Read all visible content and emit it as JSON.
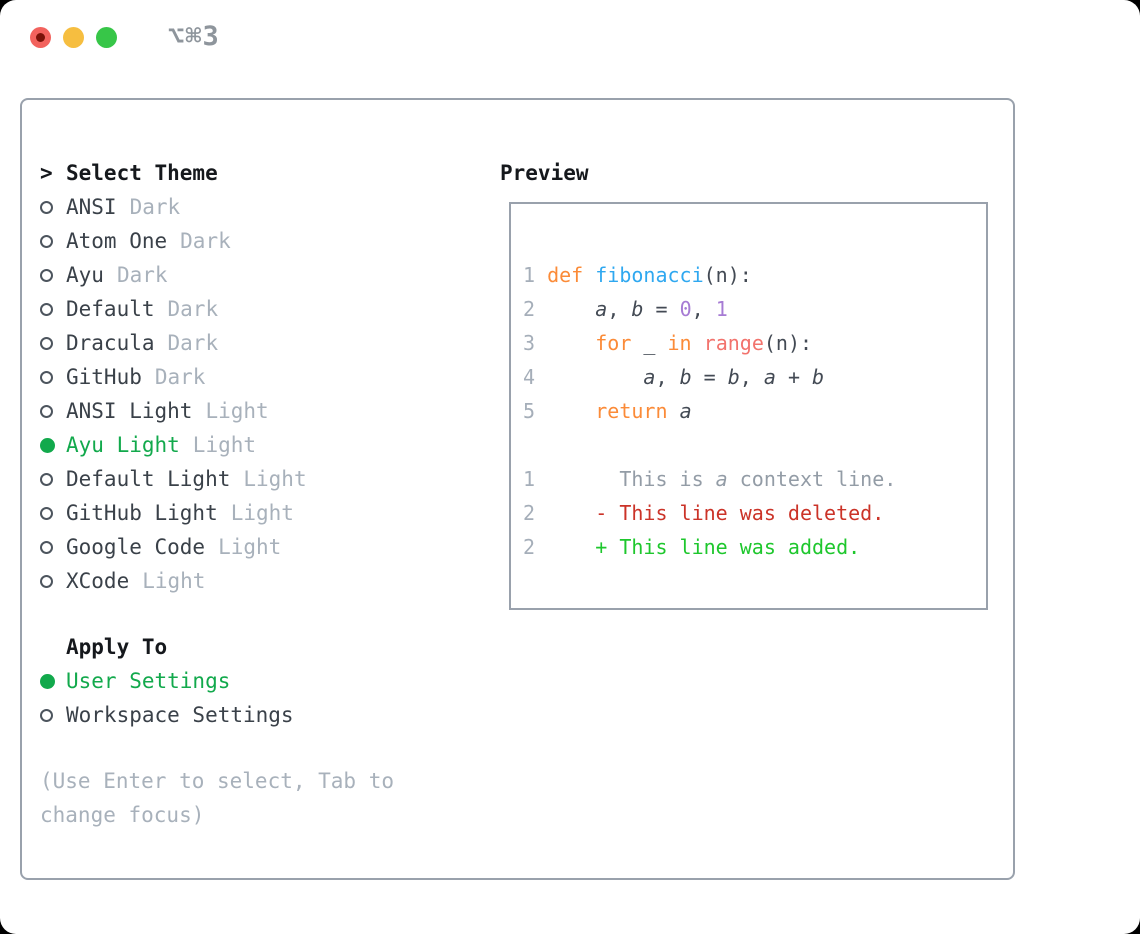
{
  "window": {
    "title": "⌥⌘3",
    "traffic_lights": [
      {
        "name": "close",
        "color": "#f2625d"
      },
      {
        "name": "minimize",
        "color": "#f6be40"
      },
      {
        "name": "zoom",
        "color": "#37c648"
      }
    ]
  },
  "theme_panel": {
    "header_marker": ">",
    "header": "Select Theme",
    "items": [
      {
        "name": "ANSI",
        "variant": "Dark",
        "selected": false
      },
      {
        "name": "Atom One",
        "variant": "Dark",
        "selected": false
      },
      {
        "name": "Ayu",
        "variant": "Dark",
        "selected": false
      },
      {
        "name": "Default",
        "variant": "Dark",
        "selected": false
      },
      {
        "name": "Dracula",
        "variant": "Dark",
        "selected": false
      },
      {
        "name": "GitHub",
        "variant": "Dark",
        "selected": false
      },
      {
        "name": "ANSI Light",
        "variant": "Light",
        "selected": false
      },
      {
        "name": "Ayu Light",
        "variant": "Light",
        "selected": true
      },
      {
        "name": "Default Light",
        "variant": "Light",
        "selected": false
      },
      {
        "name": "GitHub Light",
        "variant": "Light",
        "selected": false
      },
      {
        "name": "Google Code",
        "variant": "Light",
        "selected": false
      },
      {
        "name": "XCode",
        "variant": "Light",
        "selected": false
      }
    ],
    "apply_header": "Apply To",
    "apply_options": [
      {
        "label": "User Settings",
        "selected": true
      },
      {
        "label": "Workspace Settings",
        "selected": false
      }
    ],
    "help_text": "(Use Enter to select, Tab to change focus)"
  },
  "preview": {
    "header": "Preview",
    "lines": [
      {
        "tokens": []
      },
      {
        "tokens": [
          {
            "t": "1 ",
            "c": "ln"
          },
          {
            "t": "def",
            "c": "kw"
          },
          {
            "t": " ",
            "c": "pl"
          },
          {
            "t": "fibonacci",
            "c": "fn"
          },
          {
            "t": "(n):",
            "c": "pl"
          }
        ]
      },
      {
        "tokens": [
          {
            "t": "2 ",
            "c": "ln"
          },
          {
            "t": "    ",
            "c": "pl"
          },
          {
            "t": "a",
            "c": "var"
          },
          {
            "t": ", ",
            "c": "pl"
          },
          {
            "t": "b",
            "c": "var"
          },
          {
            "t": " = ",
            "c": "pl"
          },
          {
            "t": "0",
            "c": "num"
          },
          {
            "t": ", ",
            "c": "pl"
          },
          {
            "t": "1",
            "c": "num"
          }
        ]
      },
      {
        "tokens": [
          {
            "t": "3 ",
            "c": "ln"
          },
          {
            "t": "    ",
            "c": "pl"
          },
          {
            "t": "for",
            "c": "kw"
          },
          {
            "t": " _ ",
            "c": "pl"
          },
          {
            "t": "in",
            "c": "kw"
          },
          {
            "t": " ",
            "c": "pl"
          },
          {
            "t": "range",
            "c": "call"
          },
          {
            "t": "(n):",
            "c": "pl"
          }
        ]
      },
      {
        "tokens": [
          {
            "t": "4 ",
            "c": "ln"
          },
          {
            "t": "        ",
            "c": "pl"
          },
          {
            "t": "a",
            "c": "var"
          },
          {
            "t": ", ",
            "c": "pl"
          },
          {
            "t": "b",
            "c": "var"
          },
          {
            "t": " = ",
            "c": "pl"
          },
          {
            "t": "b",
            "c": "var"
          },
          {
            "t": ", ",
            "c": "pl"
          },
          {
            "t": "a",
            "c": "var"
          },
          {
            "t": " + ",
            "c": "pl"
          },
          {
            "t": "b",
            "c": "var"
          }
        ]
      },
      {
        "tokens": [
          {
            "t": "5 ",
            "c": "ln"
          },
          {
            "t": "    ",
            "c": "pl"
          },
          {
            "t": "return",
            "c": "kw"
          },
          {
            "t": " ",
            "c": "pl"
          },
          {
            "t": "a",
            "c": "var"
          }
        ]
      },
      {
        "tokens": []
      },
      {
        "tokens": [
          {
            "t": "1",
            "c": "ln"
          },
          {
            "t": "       This is ",
            "c": "ctx"
          },
          {
            "t": "a",
            "c": "cvar"
          },
          {
            "t": " context line.",
            "c": "ctx"
          }
        ]
      },
      {
        "tokens": [
          {
            "t": "2",
            "c": "ln"
          },
          {
            "t": "     ",
            "c": "pl"
          },
          {
            "t": "- This line was deleted.",
            "c": "del"
          }
        ]
      },
      {
        "tokens": [
          {
            "t": "2",
            "c": "ln"
          },
          {
            "t": "     ",
            "c": "pl"
          },
          {
            "t": "+ This line was added.",
            "c": "add"
          }
        ]
      }
    ]
  },
  "colors": {
    "window_background": "#ffffff",
    "panel_border": "#99a1ac",
    "header_ink": "#15181c",
    "item_name": "#3a4149",
    "item_variant": "#a8b1bb",
    "selected_green": "#12a94c",
    "help_gray": "#a8b1bb",
    "title_gray": "#8e959c",
    "syntax_keyword_orange": "#fb8b38",
    "syntax_function_blue": "#2fa8f0",
    "syntax_call_coral": "#f2736d",
    "syntax_number_purple": "#a67bd4",
    "syntax_plain": "#434a54",
    "line_number_gray": "#a5aeb9",
    "diff_context_gray": "#939ca6",
    "diff_deleted_red": "#cb3328",
    "diff_added_green": "#1ec72d",
    "traffic_red": "#f2625d",
    "traffic_yellow": "#f6be40",
    "traffic_green": "#37c648"
  }
}
